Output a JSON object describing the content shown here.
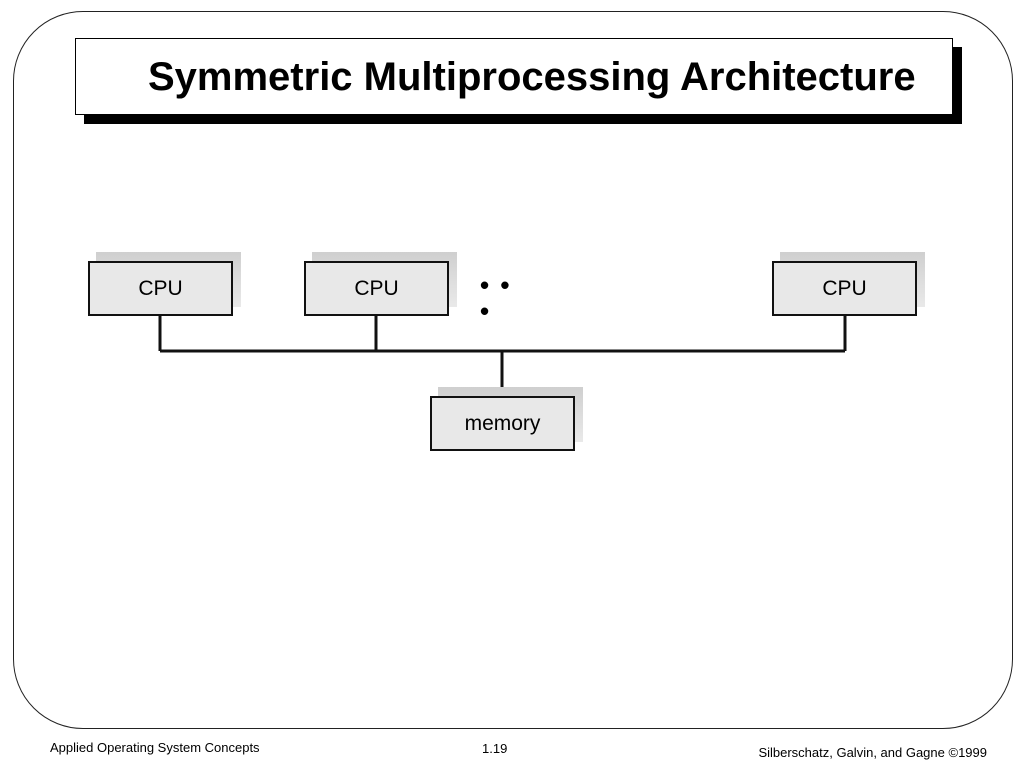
{
  "slide": {
    "title": "Symmetric Multiprocessing Architecture"
  },
  "diagram": {
    "cpus": [
      {
        "label": "CPU"
      },
      {
        "label": "CPU"
      },
      {
        "label": "CPU"
      }
    ],
    "ellipsis": "• • •",
    "memory": {
      "label": "memory"
    }
  },
  "footer": {
    "left": "Applied Operating System Concepts",
    "center": "1.19",
    "right": "Silberschatz, Galvin, and Gagne ©1999"
  }
}
